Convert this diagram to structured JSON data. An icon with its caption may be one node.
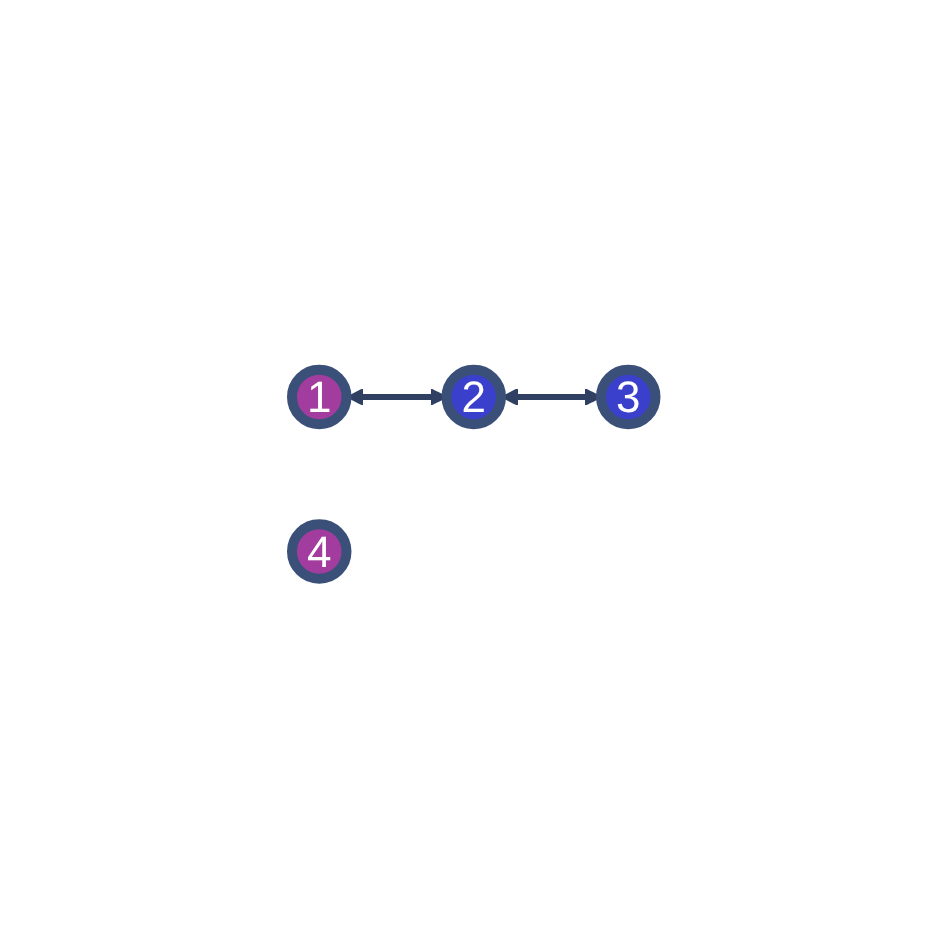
{
  "diagram": {
    "nodes": [
      {
        "text": [
          "1"
        ]
      },
      {
        "text": [
          "2"
        ]
      },
      {
        "text": [
          "3"
        ]
      },
      {
        "text": [
          "4"
        ]
      }
    ],
    "edges": [
      {
        "from": 0,
        "to": 1,
        "arrow": "both"
      },
      {
        "from": 1,
        "to": 2,
        "arrow": "both"
      }
    ]
  }
}
